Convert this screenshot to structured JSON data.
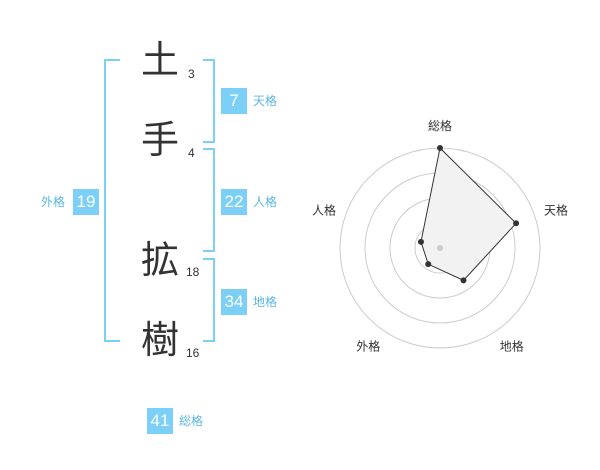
{
  "name_chars": [
    {
      "char": "土",
      "strokes": "3"
    },
    {
      "char": "手",
      "strokes": "4"
    },
    {
      "char": "拡",
      "strokes": "18"
    },
    {
      "char": "樹",
      "strokes": "16"
    }
  ],
  "kaku": {
    "tenkaku": {
      "value": "7",
      "label": "天格"
    },
    "jinkaku": {
      "value": "22",
      "label": "人格"
    },
    "chikaku": {
      "value": "34",
      "label": "地格"
    },
    "gaikaku": {
      "value": "19",
      "label": "外格"
    },
    "soukaku": {
      "value": "41",
      "label": "総格"
    }
  },
  "chart_data": {
    "type": "radar",
    "axes": [
      "総格",
      "天格",
      "地格",
      "外格",
      "人格"
    ],
    "values": [
      5,
      4,
      2,
      1,
      1
    ],
    "max": 5,
    "rings": 4,
    "colors": {
      "fill": "#f2f2f2",
      "line": "#333333",
      "point": "#333333",
      "grid": "#cccccc",
      "center": "#cccccc"
    }
  }
}
